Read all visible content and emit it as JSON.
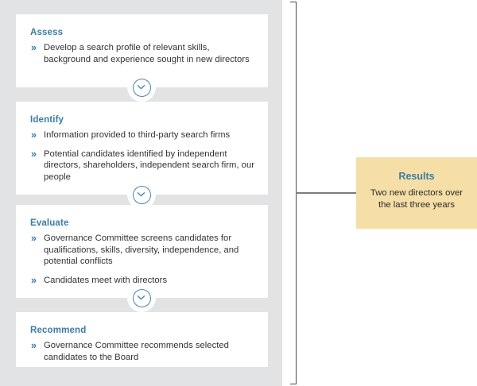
{
  "diagram": {
    "type": "process-flow",
    "colors": {
      "panel_background": "#e2e3e5",
      "card_background": "#ffffff",
      "heading_blue": "#3a7ca8",
      "body_text": "#333333",
      "results_background": "#f5dfa7",
      "bracket_line": "#4a4a52",
      "connector_line": "#7d7d85"
    },
    "bullet_glyph": "»",
    "connector_icon": "chevron-down-circle-icon",
    "steps": [
      {
        "title": "Assess",
        "bullets": [
          "Develop a search profile of relevant skills, background and experience sought in new directors"
        ]
      },
      {
        "title": "Identify",
        "bullets": [
          "Information provided to third-party search firms",
          "Potential candidates identified by independent directors, shareholders, independent search firm, our people"
        ]
      },
      {
        "title": "Evaluate",
        "bullets": [
          "Governance Committee screens candidates for qualifications, skills, diversity, independence, and potential conflicts",
          "Candidates meet with directors"
        ]
      },
      {
        "title": "Recommend",
        "bullets": [
          "Governance Committee recommends selected candidates to the Board"
        ]
      }
    ],
    "results": {
      "title": "Results",
      "text": "Two new directors over the last three years"
    }
  }
}
